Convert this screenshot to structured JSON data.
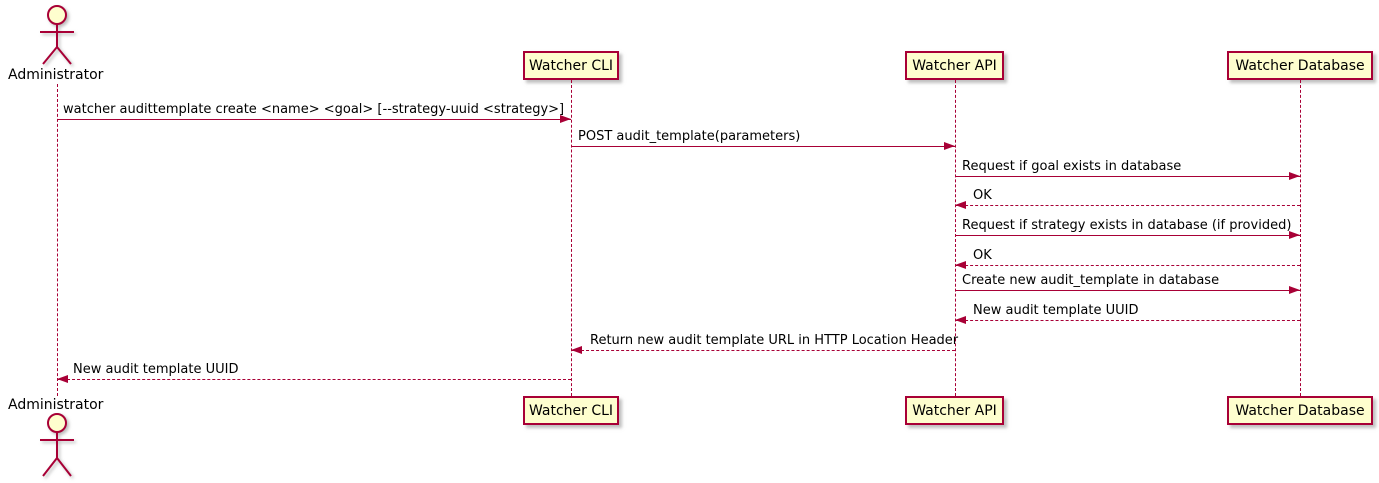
{
  "diagram": {
    "type": "uml-sequence",
    "colors": {
      "participant_fill": "#FEFECE",
      "participant_border": "#A80036",
      "lifeline": "#A80036",
      "arrow": "#A80036",
      "text": "#000000"
    },
    "participants": [
      {
        "name": "Administrator",
        "kind": "actor"
      },
      {
        "name": "Watcher CLI",
        "kind": "participant"
      },
      {
        "name": "Watcher API",
        "kind": "participant"
      },
      {
        "name": "Watcher Database",
        "kind": "participant"
      }
    ],
    "messages": [
      {
        "from": "Administrator",
        "to": "Watcher CLI",
        "label": "watcher audittemplate create <name> <goal> [--strategy-uuid <strategy>]",
        "line": "solid"
      },
      {
        "from": "Watcher CLI",
        "to": "Watcher API",
        "label": "POST audit_template(parameters)",
        "line": "solid"
      },
      {
        "from": "Watcher API",
        "to": "Watcher Database",
        "label": "Request if goal exists in database",
        "line": "solid"
      },
      {
        "from": "Watcher Database",
        "to": "Watcher API",
        "label": "OK",
        "line": "dashed"
      },
      {
        "from": "Watcher API",
        "to": "Watcher Database",
        "label": "Request if strategy exists in database (if provided)",
        "line": "solid"
      },
      {
        "from": "Watcher Database",
        "to": "Watcher API",
        "label": "OK",
        "line": "dashed"
      },
      {
        "from": "Watcher API",
        "to": "Watcher Database",
        "label": "Create new audit_template in database",
        "line": "solid"
      },
      {
        "from": "Watcher Database",
        "to": "Watcher API",
        "label": "New audit template UUID",
        "line": "dashed"
      },
      {
        "from": "Watcher API",
        "to": "Watcher CLI",
        "label": "Return new audit template URL in HTTP Location Header",
        "line": "dashed"
      },
      {
        "from": "Watcher CLI",
        "to": "Administrator",
        "label": "New audit template UUID",
        "line": "dashed"
      }
    ]
  }
}
